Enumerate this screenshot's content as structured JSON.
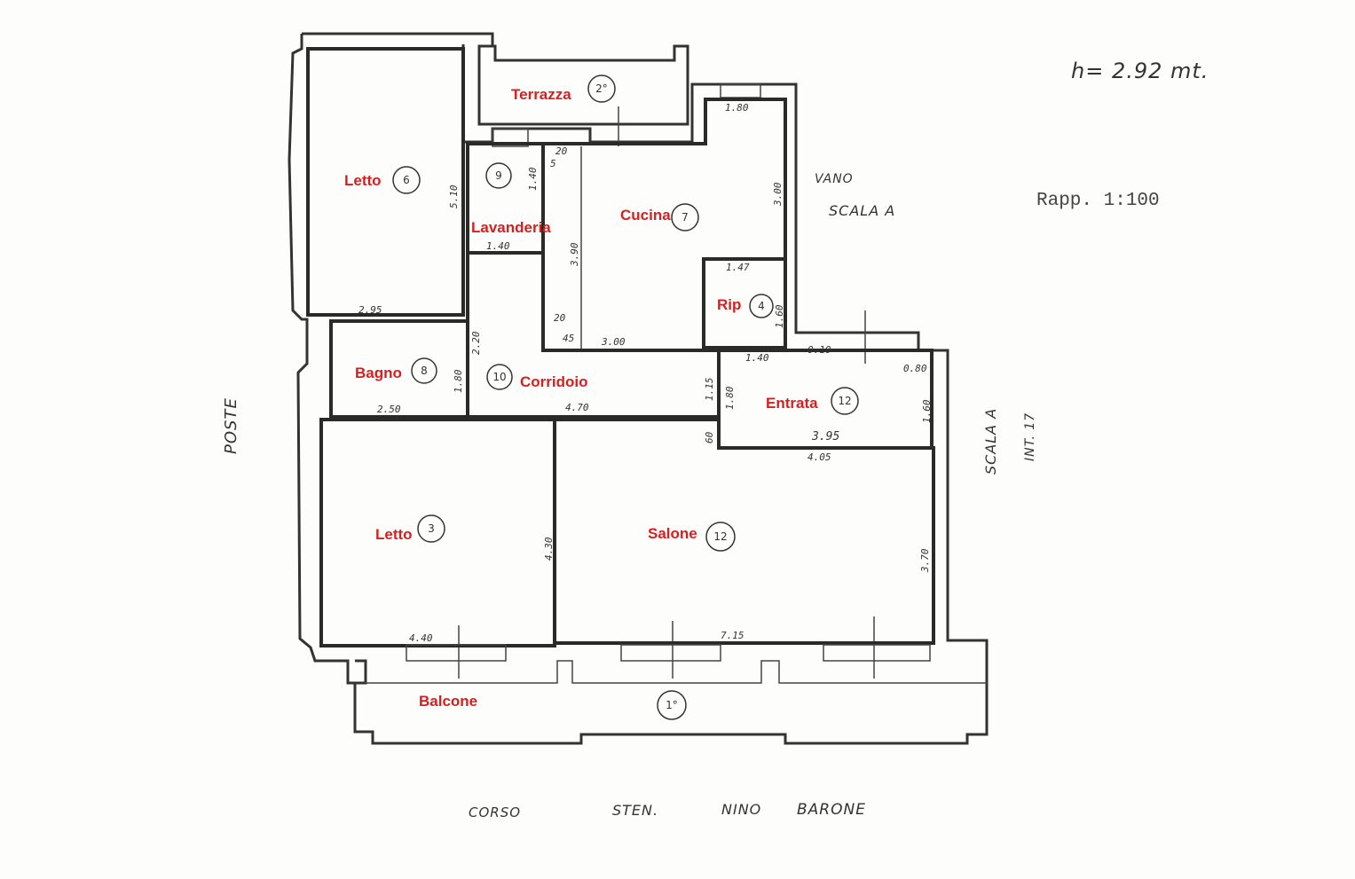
{
  "header": {
    "height_note": "h= 2.92 mt.",
    "scale": "Rapp. 1:100"
  },
  "annotations": {
    "vano": "VANO",
    "scala_a_top": "SCALA A",
    "scala_a_side": "SCALA A",
    "interior": "INT. 17",
    "poste": "POSTE",
    "street": [
      "CORSO",
      "STEN.",
      "NINO",
      "BARONE"
    ]
  },
  "rooms": [
    {
      "label": "Letto",
      "number": "6"
    },
    {
      "label": "Terrazza",
      "number": "2°"
    },
    {
      "label": "Lavanderia",
      "number": "9"
    },
    {
      "label": "Cucina",
      "number": "7"
    },
    {
      "label": "Rip",
      "number": "4"
    },
    {
      "label": "Bagno",
      "number": "8"
    },
    {
      "label": "Corridoio",
      "number": "10"
    },
    {
      "label": "Entrata",
      "number": "12"
    },
    {
      "label": "Letto",
      "number": "3"
    },
    {
      "label": "Salone",
      "number": "12"
    },
    {
      "label": "Balcone",
      "number": "1°"
    }
  ],
  "dimensions": {
    "letto_top_h": "5.10",
    "letto_top_w": "2.95",
    "lav_w": "1.40",
    "lav_h": "1.40",
    "cucina_top": "1.80",
    "cucina_h": "3.00",
    "cucina_w": "3.00",
    "cucina_pass": "3.90",
    "small_20a": "20",
    "small_5": "5",
    "small_20b": "20",
    "small_45": "45",
    "rip_w": "1.47",
    "rip_h": "1.60",
    "bagno_w": "2.50",
    "bagno_h": "1.80",
    "corr_h": "2.20",
    "corr_w": "4.70",
    "corr_15": "1.15",
    "entr_top": "1.40",
    "entr_small": "0.10",
    "entr_080": "0.80",
    "entr_h": "1.80",
    "entr_side": "1.60",
    "entr_w": "3.95",
    "entr_60": "60",
    "salone_top": "4.05",
    "salone_h": "3.70",
    "salone_w": "7.15",
    "letto3_w": "4.40",
    "letto3_h": "4.30"
  },
  "colors": {
    "label": "#d81e1e",
    "line": "#333333",
    "paper": "#fdfdfb"
  }
}
